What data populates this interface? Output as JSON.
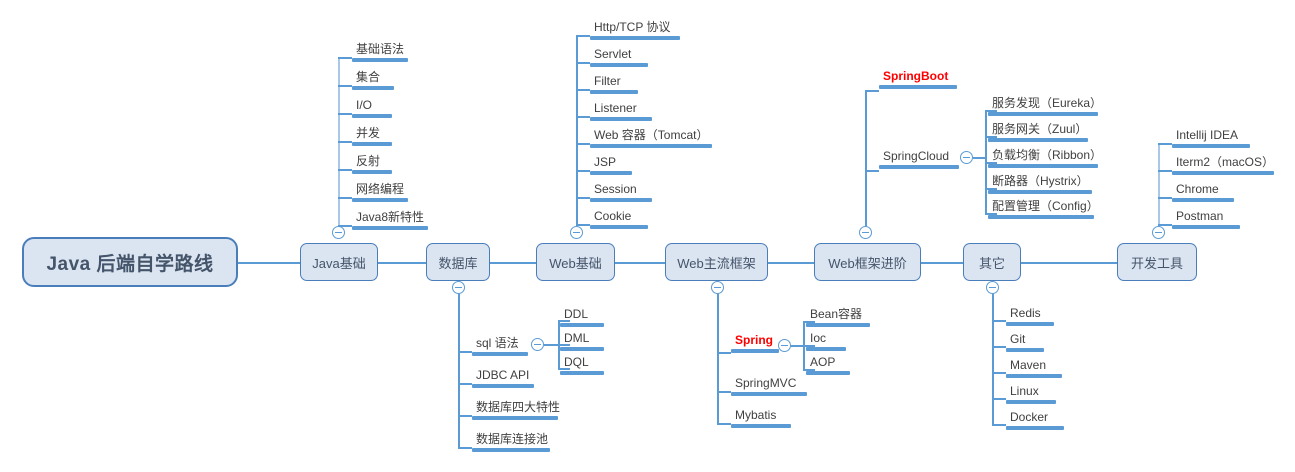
{
  "diagram": {
    "title": "Java 后端自学路线",
    "type": "mind-map",
    "colors": {
      "node_fill": "#dbe5f1",
      "node_border": "#4a7ebb",
      "node_text": "#44546a",
      "connector": "#5b9bd5",
      "bar": "#5b9bd5",
      "leaf_text": "#404040",
      "highlight": "#ff0000"
    },
    "root": {
      "label": "Java 后端自学路线"
    },
    "branches": [
      {
        "label": "Java基础",
        "children": [
          {
            "label": "基础语法"
          },
          {
            "label": "集合"
          },
          {
            "label": "I/O"
          },
          {
            "label": "并发"
          },
          {
            "label": "反射"
          },
          {
            "label": "网络编程"
          },
          {
            "label": "Java8新特性"
          }
        ]
      },
      {
        "label": "数据库",
        "children": [
          {
            "label": "sql 语法",
            "children": [
              {
                "label": "DDL"
              },
              {
                "label": "DML"
              },
              {
                "label": "DQL"
              }
            ]
          },
          {
            "label": "JDBC API"
          },
          {
            "label": "数据库四大特性"
          },
          {
            "label": "数据库连接池"
          }
        ]
      },
      {
        "label": "Web基础",
        "children": [
          {
            "label": "Http/TCP 协议"
          },
          {
            "label": "Servlet"
          },
          {
            "label": "Filter"
          },
          {
            "label": "Listener"
          },
          {
            "label": "Web 容器（Tomcat）"
          },
          {
            "label": "JSP"
          },
          {
            "label": "Session"
          },
          {
            "label": "Cookie"
          }
        ]
      },
      {
        "label": "Web主流框架",
        "children": [
          {
            "label": "Spring",
            "highlight": true,
            "children": [
              {
                "label": "Bean容器"
              },
              {
                "label": "Ioc"
              },
              {
                "label": "AOP"
              }
            ]
          },
          {
            "label": "SpringMVC"
          },
          {
            "label": "Mybatis"
          }
        ]
      },
      {
        "label": "Web框架进阶",
        "children": [
          {
            "label": "SpringBoot",
            "highlight": true
          },
          {
            "label": "SpringCloud",
            "children": [
              {
                "label": "服务发现（Eureka）"
              },
              {
                "label": "服务网关（Zuul）"
              },
              {
                "label": "负载均衡（Ribbon）"
              },
              {
                "label": "断路器（Hystrix）"
              },
              {
                "label": "配置管理（Config）"
              }
            ]
          }
        ]
      },
      {
        "label": "其它",
        "children": [
          {
            "label": "Redis"
          },
          {
            "label": "Git"
          },
          {
            "label": "Maven"
          },
          {
            "label": "Linux"
          },
          {
            "label": "Docker"
          }
        ]
      },
      {
        "label": "开发工具",
        "children": [
          {
            "label": "Intellij IDEA"
          },
          {
            "label": "Iterm2（macOS）"
          },
          {
            "label": "Chrome"
          },
          {
            "label": "Postman"
          }
        ]
      }
    ]
  }
}
